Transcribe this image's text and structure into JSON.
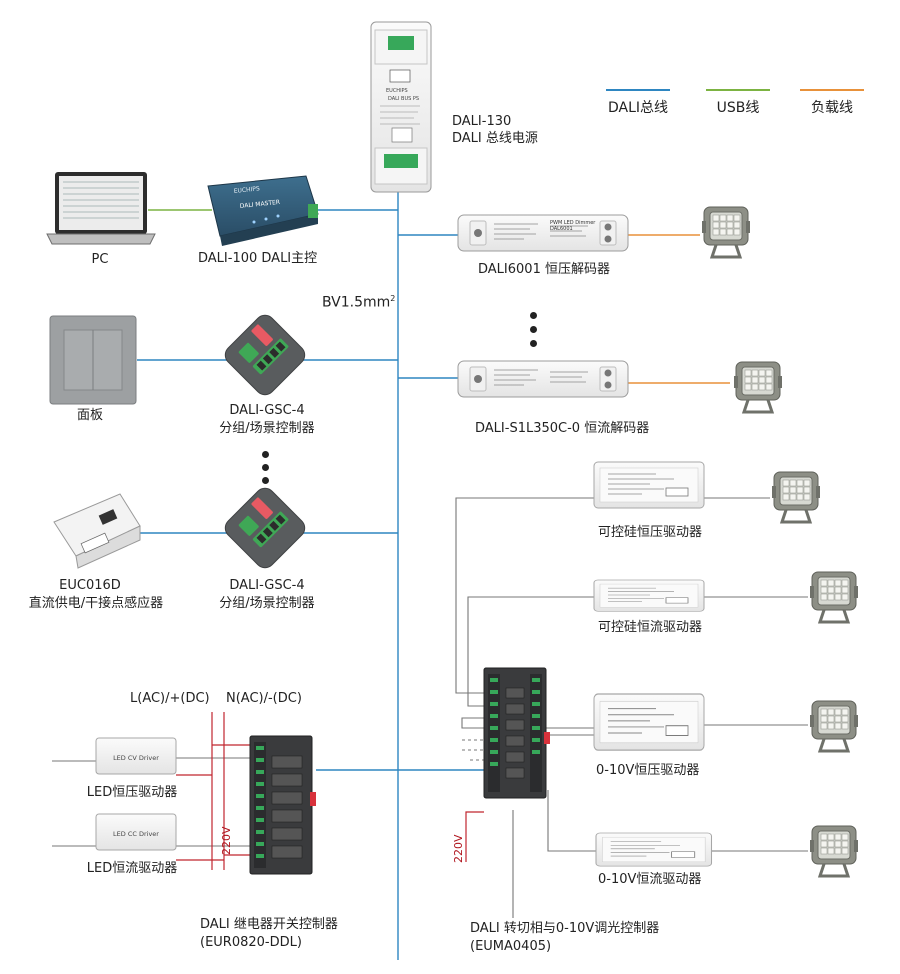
{
  "legend": [
    {
      "label": "DALI总线",
      "color": "#2e86c1"
    },
    {
      "label": "USB线",
      "color": "#7cb342"
    },
    {
      "label": "负载线",
      "color": "#e8913a"
    }
  ],
  "bus_label": "BV1.5mm",
  "bus_label_sup": "2",
  "devices": {
    "pc": "PC",
    "dali_master": "DALI-100  DALI主控",
    "bus_psu_model": "DALI-130",
    "bus_psu_name": "DALI 总线电源",
    "cv_decoder": "DALI6001  恒压解码器",
    "cc_decoder": "DALI-S1L350C-0  恒流解码器",
    "panel": "面板",
    "gsc_1_model": "DALI-GSC-4",
    "gsc_1_name": "分组/场景控制器",
    "gsc_2_model": "DALI-GSC-4",
    "gsc_2_name": "分组/场景控制器",
    "sensor_model": "EUC016D",
    "sensor_name": "直流供电/干接点感应器",
    "triac_cv": "可控硅恒压驱动器",
    "triac_cc": "可控硅恒流驱动器",
    "v010_cv": "0-10V恒压驱动器",
    "v010_cc": "0-10V恒流驱动器",
    "led_cv": "LED恒压驱动器",
    "led_cc": "LED恒流驱动器",
    "relay_name": "DALI 继电器开关控制器",
    "relay_model": "(EUR0820-DDL)",
    "dimmer_name": "DALI 转切相与0-10V调光控制器",
    "dimmer_model": "(EUMA0405)",
    "ac_l": "L(AC)/+(DC)",
    "ac_n": "N(AC)/-(DC)",
    "v220_left": "220V",
    "v220_right": "220V"
  },
  "device_print": {
    "master_title": "DALI MASTER",
    "master_brand": "EUCHIPS",
    "psu_brand": "EUCHIPS",
    "psu_title": "DALI BUS PS",
    "cv_decoder_title": "PWM LED Dimmer",
    "cv_decoder_model": "DAL6001",
    "led_cv_box": "LED CV Driver",
    "led_cc_box": "LED CC Driver"
  }
}
